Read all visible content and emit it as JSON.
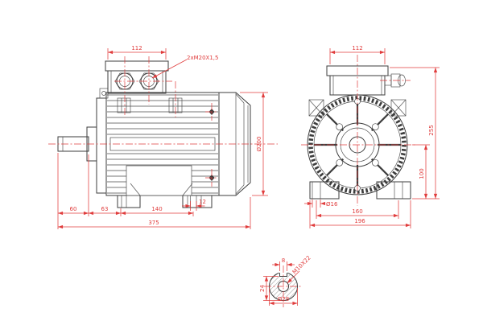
{
  "page": {
    "background": "#ffffff"
  },
  "drawing": {
    "type": "engineering-drawing-electric-motor",
    "line_color": "#3d3d3d",
    "dimension_color": "#e03c3c",
    "views": {
      "side_view": {
        "name": "motor-side-view",
        "dims": {
          "terminal_box_width": "112",
          "cable_gland_thread": "2xM20X1,5",
          "frame_diameter": "Ø200",
          "shaft_extension": "60",
          "shaft_to_foot": "63",
          "foot_length": "140",
          "foot_slot_width": "12",
          "overall_length": "375"
        }
      },
      "front_view": {
        "name": "motor-front-view",
        "dims": {
          "terminal_box_width": "112",
          "overall_height": "255",
          "shaft_center_height": "100",
          "foot_hole_diameter": "Ø16",
          "foot_hole_spacing": "160",
          "overall_width": "196"
        }
      },
      "shaft_detail": {
        "name": "shaft-end-section",
        "dims": {
          "keyway_width": "8",
          "tapped_hole": "M10X22",
          "keyway_depth": "24",
          "shaft_diameter": "Ø28"
        }
      }
    }
  }
}
